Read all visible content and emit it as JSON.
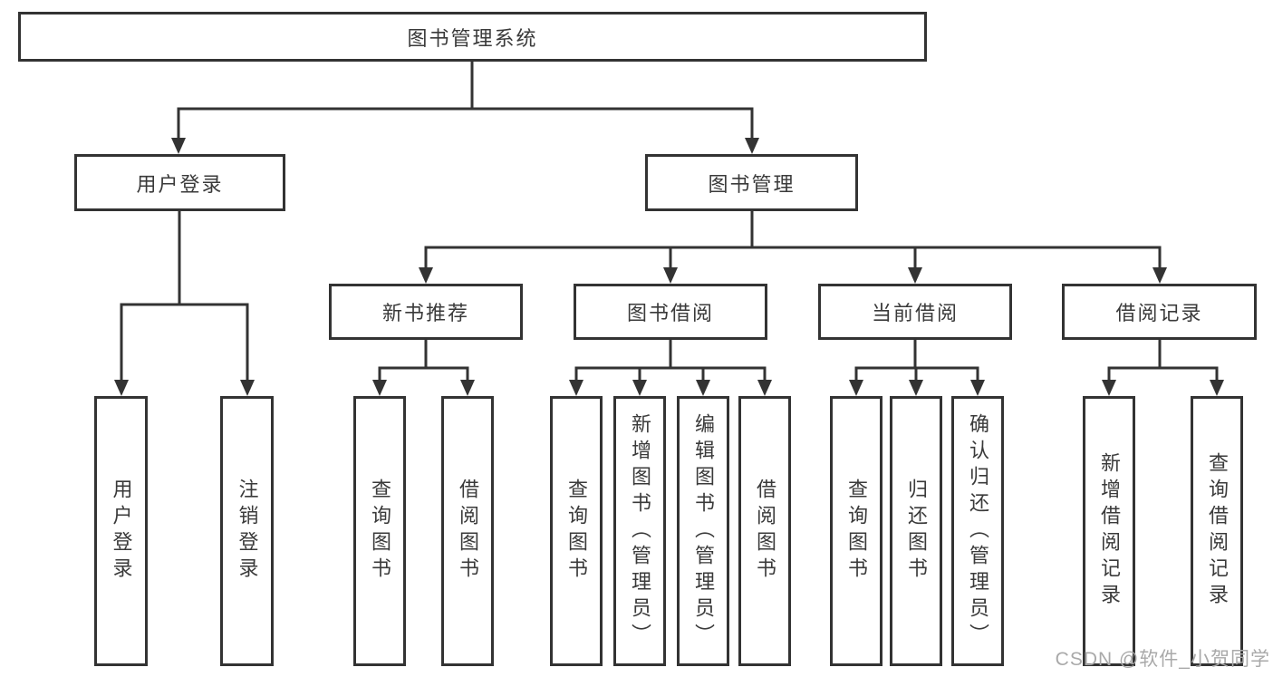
{
  "diagram": {
    "root": {
      "label": "图书管理系统"
    },
    "level2": [
      {
        "id": "user-login",
        "label": "用户登录"
      },
      {
        "id": "book-management",
        "label": "图书管理"
      }
    ],
    "level3": [
      {
        "id": "new-book-recommend",
        "label": "新书推荐"
      },
      {
        "id": "book-borrow",
        "label": "图书借阅"
      },
      {
        "id": "current-borrow",
        "label": "当前借阅"
      },
      {
        "id": "borrow-records",
        "label": "借阅记录"
      }
    ],
    "level4": [
      {
        "parent": "用户登录",
        "items": [
          "用户登录",
          "注销登录"
        ]
      },
      {
        "parent": "新书推荐",
        "items": [
          "查询图书",
          "借阅图书"
        ]
      },
      {
        "parent": "图书借阅",
        "items": [
          "查询图书",
          "新增图书（管理员）",
          "编辑图书（管理员）",
          "借阅图书"
        ]
      },
      {
        "parent": "当前借阅",
        "items": [
          "查询图书",
          "归还图书",
          "确认归还（管理员）"
        ]
      },
      {
        "parent": "借阅记录",
        "items": [
          "新增借阅记录",
          "查询借阅记录"
        ]
      }
    ]
  },
  "watermark": "CSDN @软件_小贺同学",
  "colors": {
    "line": "#333333",
    "text": "#3a3a3a",
    "watermark": "#a9a9a9",
    "background": "#ffffff"
  }
}
